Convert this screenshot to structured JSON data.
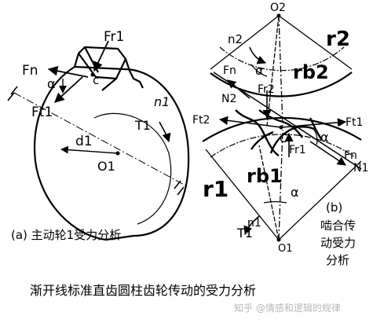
{
  "left": {
    "Fr": "Fr1",
    "Fn": "Fn",
    "alpha": "α",
    "c": "c",
    "Ft": "Ft1",
    "n": "n1",
    "T": "T1",
    "d": "d1",
    "O": "O1",
    "caption": "(a) 主动轮1受力分析"
  },
  "right": {
    "O2": "O2",
    "r2": "r2",
    "n2": "n2",
    "Fn_top": "Fn",
    "alpha_top": "α",
    "rb2": "rb2",
    "Fr2": "Fr2",
    "N2": "N2",
    "Ft2": "Ft2",
    "C": "C",
    "Ft1": "Ft1",
    "alpha_mid": "α",
    "Fr1": "Fr1",
    "Fn_bottom": "Fn",
    "N1": "N1",
    "r1": "r1",
    "rb1": "rb1",
    "alpha_bottom": "α",
    "n1": "n1",
    "T1": "T1",
    "O1": "O1",
    "caption_b": "(b)",
    "caption_lines": [
      "啮合传",
      "动受力",
      "分析"
    ]
  },
  "main_caption": "渐开线标准直齿圆柱齿轮传动的受力分析",
  "watermark": "知乎 @情感和逻辑的规律"
}
